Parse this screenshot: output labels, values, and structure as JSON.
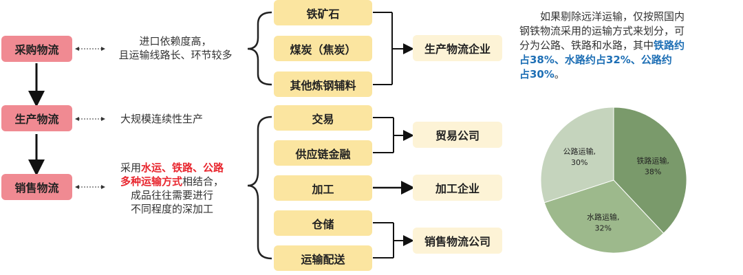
{
  "flow": {
    "procurement": "采购物流",
    "production": "生产物流",
    "sales": "销售物流"
  },
  "descriptions": {
    "procurement": [
      "进口依赖度高，",
      "且运输线路长、环节较多"
    ],
    "production": "大规模连续性生产",
    "sales": {
      "prefix": "采用",
      "highlight1": "水运、铁路、公路",
      "highlight2": "多种运输方式",
      "suffix": "相结合，",
      "line3": "成品往往需要进行",
      "line4": "不同程度的深加工"
    }
  },
  "items": {
    "iron_ore": "铁矿石",
    "coal": "煤炭（焦炭）",
    "other_materials": "其他炼钢辅料",
    "trade": "交易",
    "supply_finance": "供应链金融",
    "processing": "加工",
    "storage": "仓储",
    "transport_delivery": "运输配送"
  },
  "companies": {
    "production_logistics": "生产物流企业",
    "trading": "贸易公司",
    "processing": "加工企业",
    "sales_logistics": "销售物流公司"
  },
  "paragraph": {
    "normal1": "如果剔除远洋运输，仅按照国内",
    "normal2": "钢铁物流采用的运输方式来划分，可",
    "normal3": "分为公路、铁路和水路，其中",
    "bold1": "铁路约",
    "bold2": "占38%、水路约占32%、公路约",
    "bold3": "占30%",
    "end": "。"
  },
  "chart_data": {
    "type": "pie",
    "title": "",
    "slices": [
      {
        "label": "铁路运输,",
        "pct": "38%",
        "value": 38,
        "color": "#7a9a6b"
      },
      {
        "label": "水路运输,",
        "pct": "32%",
        "value": 32,
        "color": "#9db98c"
      },
      {
        "label": "公路运输,",
        "pct": "30%",
        "value": 30,
        "color": "#c5d4bd"
      }
    ]
  },
  "colors": {
    "pink": "#f08a92",
    "yellow": "#fbe5a0",
    "cream": "#fdf3d6",
    "red": "#e8262e",
    "blue": "#1e6fb5"
  }
}
